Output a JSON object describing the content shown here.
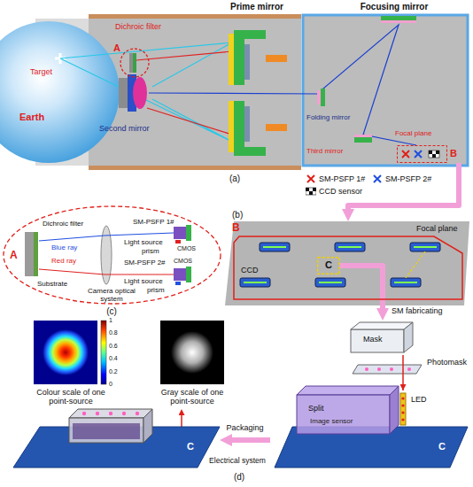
{
  "diagram": {
    "nodes": [
      {
        "text": [
          "A"
        ]
      },
      {
        "text": [
          "B"
        ]
      },
      {
        "text": [
          "A"
        ]
      },
      {
        "text": [
          "B",
          "Focal plane"
        ]
      },
      {
        "text": [
          "C"
        ],
        "in": 3
      },
      {
        "text": [
          "Colour scale of one point-source"
        ]
      },
      {
        "text": [
          "Gray scale of one point-source"
        ]
      },
      {
        "text": [
          "Mask"
        ]
      },
      {
        "text": [
          "C"
        ]
      },
      {
        "text": [
          "C"
        ]
      }
    ],
    "edges": [
      {
        "from": 1,
        "to": 3,
        "arrow": "to"
      },
      {
        "from": 4,
        "to": 7,
        "label": "SM fabricating",
        "arrow": "to"
      },
      {
        "from": 9,
        "to": 8,
        "label": "Packaging",
        "arrow": "to"
      },
      {
        "from": 8,
        "to": 6,
        "arrow": "to"
      }
    ],
    "labels": [
      "Prime mirror",
      "Focusing mirror",
      "Dichroic filter",
      "Target",
      "Earth",
      "Second mirror",
      "Folding mirror",
      "Third mirror",
      "Focal plane",
      "(a)",
      "(b)",
      "CCD",
      "Dichroic filter",
      "Blue ray",
      "Red ray",
      "Substrate",
      "Camera optical system",
      "SM-PSFP 1#",
      "Light source",
      "prism",
      "CMOS",
      "SM-PSFP 2#",
      "Light source",
      "prism",
      "CMOS",
      "(c)",
      "Photomask",
      "LED",
      "Split",
      "Image sensor",
      "Electrical system",
      "1",
      "0.8",
      "0.6",
      "0.4",
      "0.2",
      "0",
      "(d)"
    ],
    "legend": [
      {
        "text": "SM-PSFP 1#"
      },
      {
        "text": "SM-PSFP 2#"
      },
      {
        "text": "CCD sensor"
      }
    ]
  }
}
